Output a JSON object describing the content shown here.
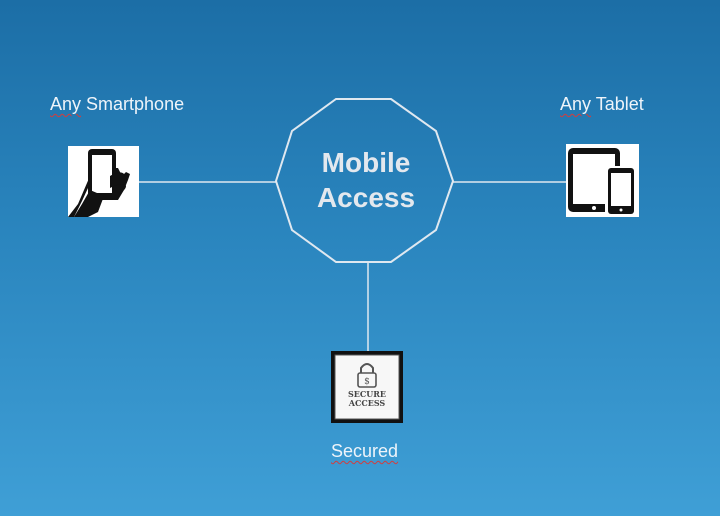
{
  "center": {
    "line1": "Mobile",
    "line2": "Access"
  },
  "nodes": {
    "smartphone": {
      "prefix": "Any",
      "rest": " Smartphone",
      "icon": "hand-smartphone-icon"
    },
    "tablet": {
      "prefix": "Any",
      "rest": " Tablet",
      "icon": "tablet-phone-icon"
    },
    "secured": {
      "label": "Secured",
      "icon": "secure-access-lock-icon",
      "badge_line1": "SECURE",
      "badge_line2": "ACCESS"
    }
  },
  "colors": {
    "background_top": "#1c6ea6",
    "background_bottom": "#3f9fd6",
    "lines": "#dfe8f0"
  }
}
